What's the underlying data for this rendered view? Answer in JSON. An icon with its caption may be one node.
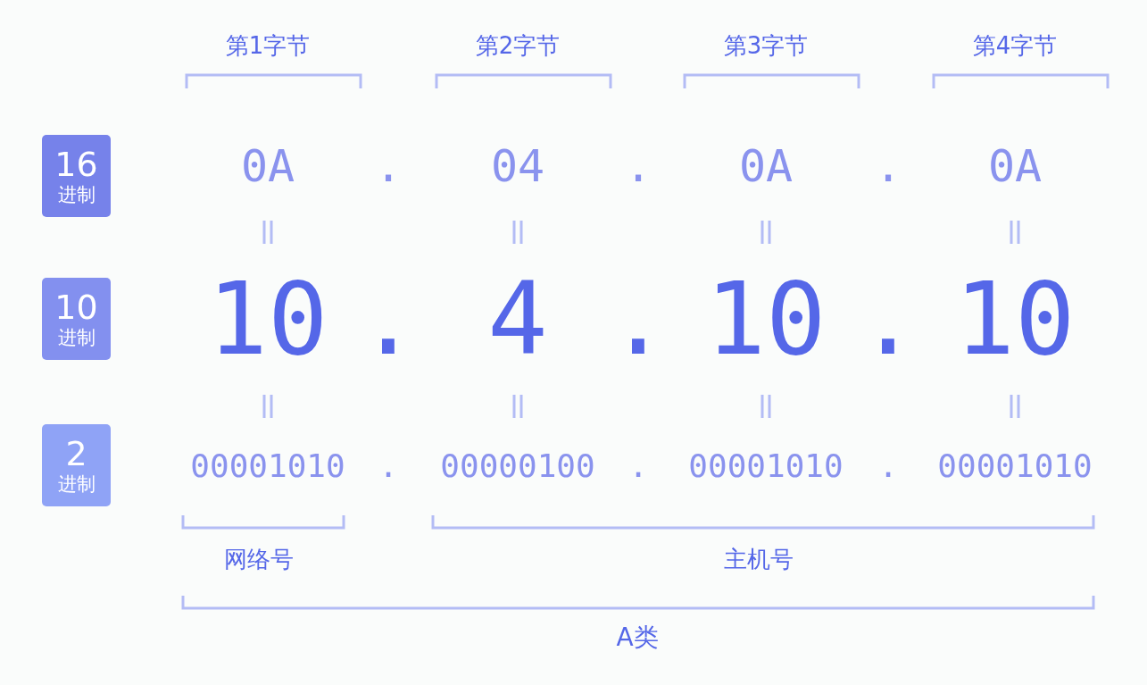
{
  "diagram": {
    "nodes": [
      {
        "text": [
          "16",
          "进制"
        ]
      },
      {
        "text": [
          "10",
          "进制"
        ]
      },
      {
        "text": [
          "2",
          "进制"
        ]
      }
    ],
    "labels": [
      "第1字节",
      "第2字节",
      "第3字节",
      "第4字节",
      "0A",
      ".",
      "04",
      ".",
      "0A",
      ".",
      "0A",
      "10",
      ".",
      "4",
      ".",
      "10",
      ".",
      "10",
      "00001010",
      ".",
      "00000100",
      ".",
      "00001010",
      ".",
      "00001010",
      "网络号",
      "主机号",
      "A类"
    ]
  }
}
